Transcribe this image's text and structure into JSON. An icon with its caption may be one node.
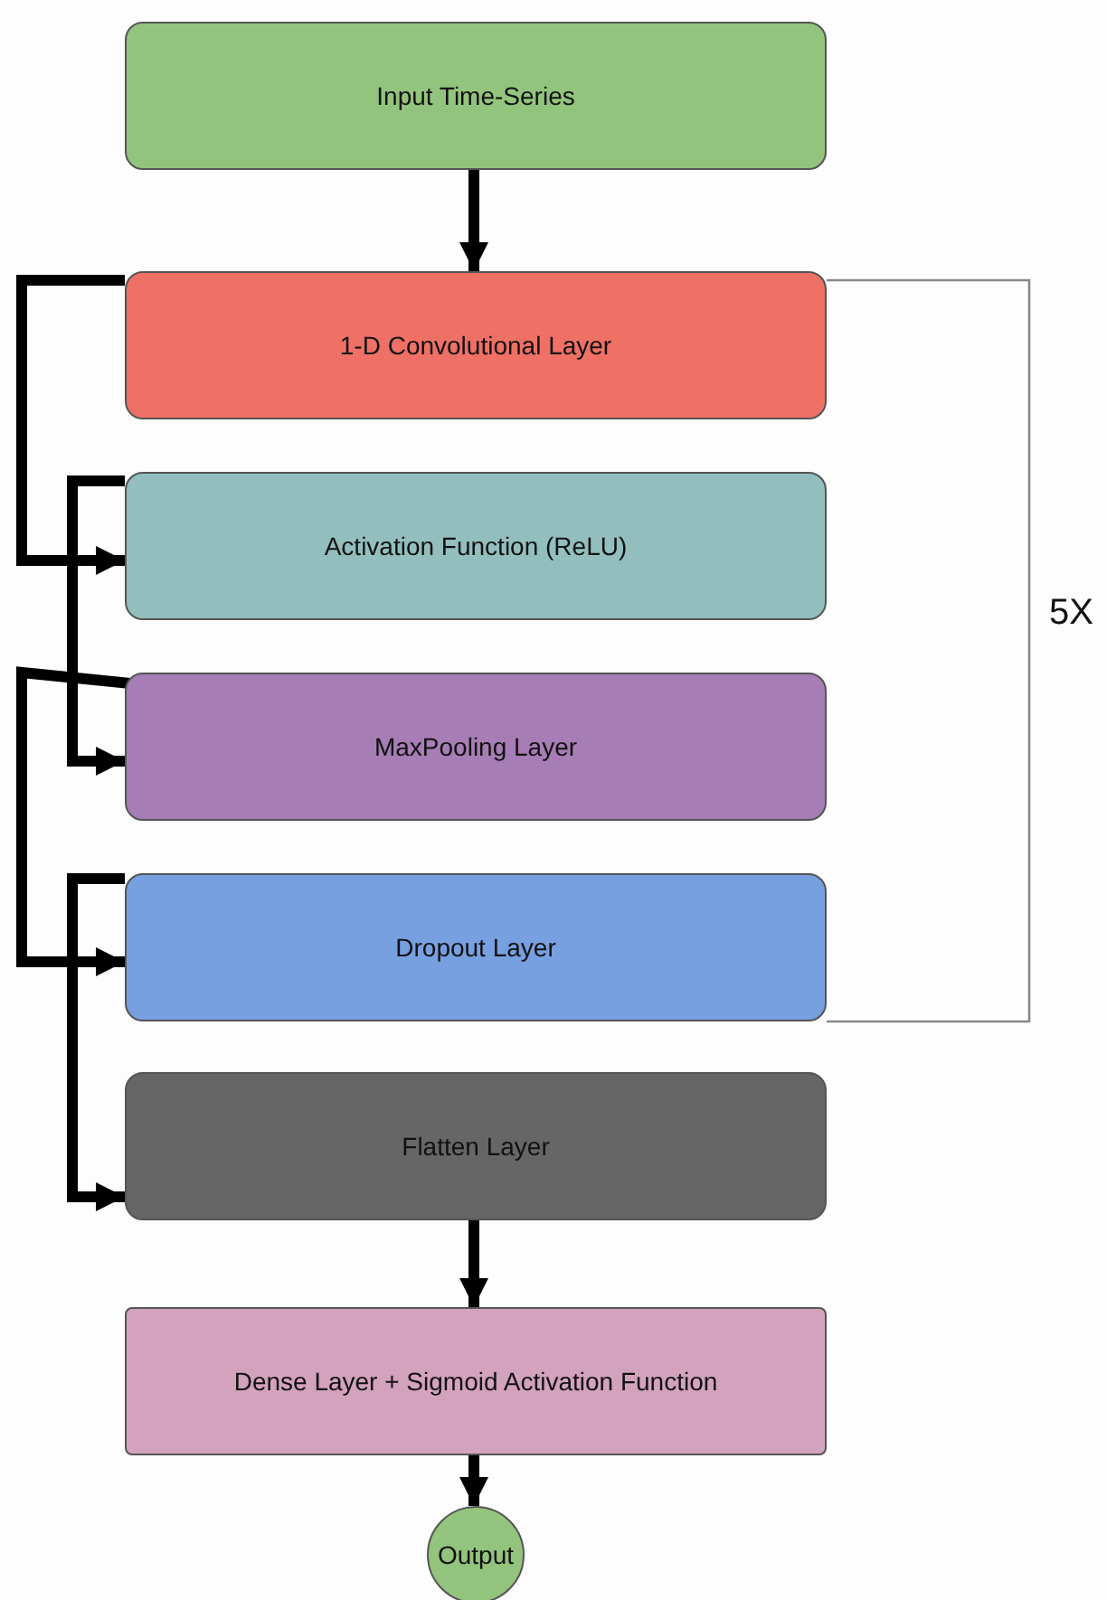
{
  "diagram": {
    "nodes": [
      {
        "text": [
          "Input Time-Series"
        ]
      },
      {
        "text": [
          "1-D Convolutional Layer"
        ]
      },
      {
        "text": [
          "Activation Function (ReLU)"
        ]
      },
      {
        "text": [
          "MaxPooling Layer"
        ]
      },
      {
        "text": [
          "Dropout Layer"
        ]
      },
      {
        "text": [
          "Flatten Layer"
        ]
      },
      {
        "text": [
          "Dense Layer + Sigmoid Activation Function"
        ]
      },
      {
        "text": [
          "Output"
        ]
      }
    ],
    "edges": [
      {
        "from": 0,
        "to": 1,
        "arrow": "to"
      },
      {
        "from": 1,
        "to": 2,
        "arrow": "to"
      },
      {
        "from": 2,
        "to": 3,
        "arrow": "to"
      },
      {
        "from": 3,
        "to": 4,
        "arrow": "to"
      },
      {
        "from": 4,
        "to": 5,
        "arrow": "to"
      },
      {
        "from": 5,
        "to": 6,
        "arrow": "to"
      },
      {
        "from": 6,
        "to": 7,
        "arrow": "to"
      }
    ],
    "labels": [
      "5X"
    ]
  }
}
